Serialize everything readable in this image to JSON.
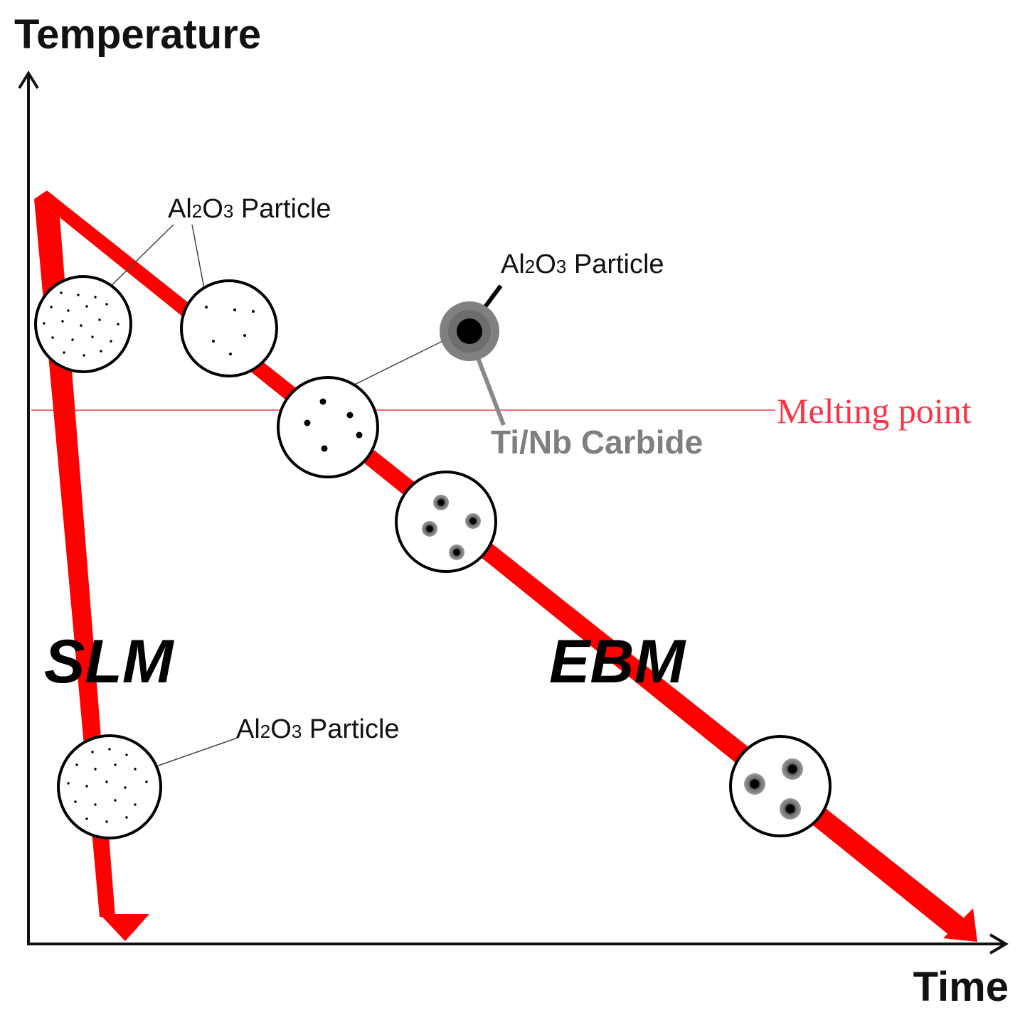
{
  "axes": {
    "y_label": "Temperature",
    "x_label": "Time"
  },
  "reference_line": {
    "label": "Melting point",
    "color": "#ff3344"
  },
  "process_labels": {
    "slm": "SLM",
    "ebm": "EBM"
  },
  "annotations": {
    "particle_top": {
      "prefix": "Al",
      "sub1": "2",
      "mid": "O",
      "sub2": "3",
      "suffix": " Particle"
    },
    "particle_carbide": {
      "prefix": "Al",
      "sub1": "2",
      "mid": "O",
      "sub2": "3",
      "suffix": " Particle"
    },
    "particle_bottom": {
      "prefix": "Al",
      "sub1": "2",
      "mid": "O",
      "sub2": "3",
      "suffix": " Particle"
    },
    "carbide": "Ti/Nb Carbide"
  },
  "colors": {
    "path": "#ff0000",
    "axis": "#111111",
    "carbide_shell": "#808080",
    "carbide_text": "#7f7f7f"
  }
}
